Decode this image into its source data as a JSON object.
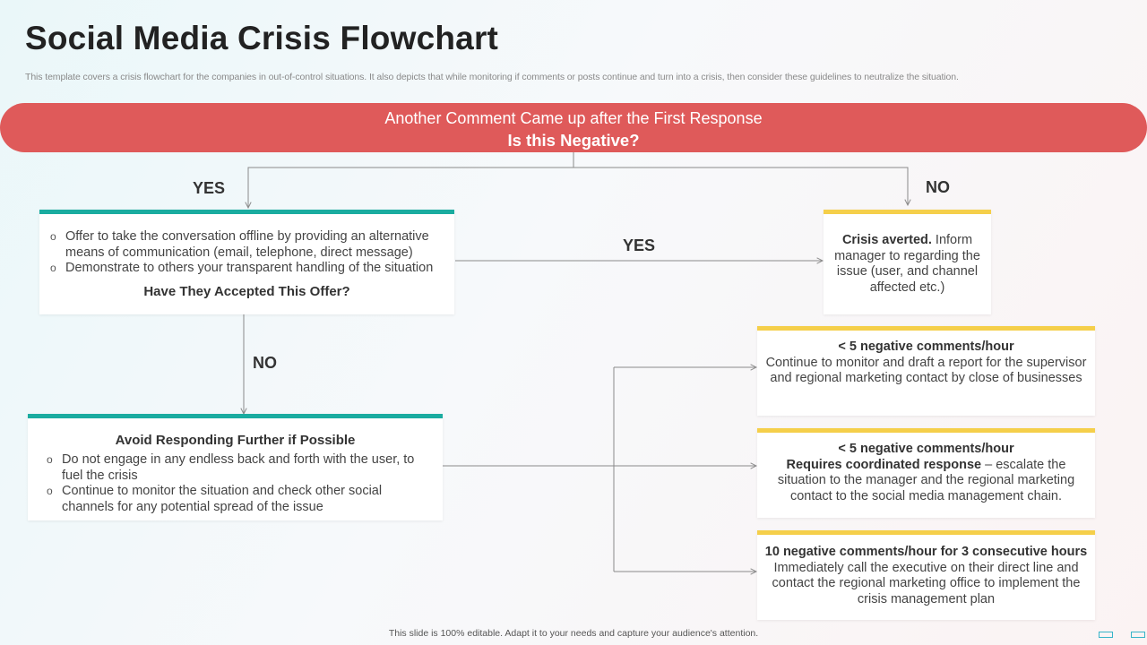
{
  "header": {
    "title": "Social Media Crisis Flowchart",
    "subtitle": "This template covers a crisis flowchart for the companies in out-of-control situations. It also depicts that while monitoring if comments or posts continue and turn into a crisis, then consider these guidelines to neutralize the situation."
  },
  "banner": {
    "line1": "Another Comment Came up after the First Response",
    "line2": "Is this Negative?"
  },
  "labels": {
    "yes_left": "YES",
    "no_right": "NO",
    "yes_middle": "YES",
    "no_down": "NO"
  },
  "offer_box": {
    "items": [
      "Offer to take the conversation offline by providing an alternative means of communication (email, telephone, direct message)",
      "Demonstrate to others your transparent handling of the situation"
    ],
    "question": "Have They Accepted This Offer?"
  },
  "averted_box": {
    "bold": "Crisis averted.",
    "text": " Inform manager to regarding the issue (user, and channel affected etc.)"
  },
  "avoid_box": {
    "heading": "Avoid Responding Further if Possible",
    "items": [
      "Do not engage in any endless back and forth with the user, to fuel the crisis",
      "Continue to monitor the situation and check other social channels for any potential spread of the issue"
    ]
  },
  "levels": [
    {
      "heading": "< 5 negative comments/hour",
      "lead": "",
      "text": "Continue to monitor and draft a report for the supervisor and regional marketing contact by close of businesses"
    },
    {
      "heading": "< 5 negative comments/hour",
      "lead": "Requires coordinated response",
      "text": " – escalate the situation to the manager and the regional marketing contact to the social media management chain."
    },
    {
      "heading": "10 negative comments/hour for 3 consecutive hours",
      "lead": "",
      "text": "Immediately call the executive on their direct line and contact the regional marketing office to implement the crisis management plan"
    }
  ],
  "bullet_glyph": "o",
  "footer": {
    "text": "This slide is 100% editable.  Adapt it to your needs and capture your audience's attention."
  },
  "colors": {
    "banner": "#df5a5a",
    "teal": "#1aaca0",
    "yellow": "#f5cf4a",
    "connector": "#8a8a8a"
  }
}
